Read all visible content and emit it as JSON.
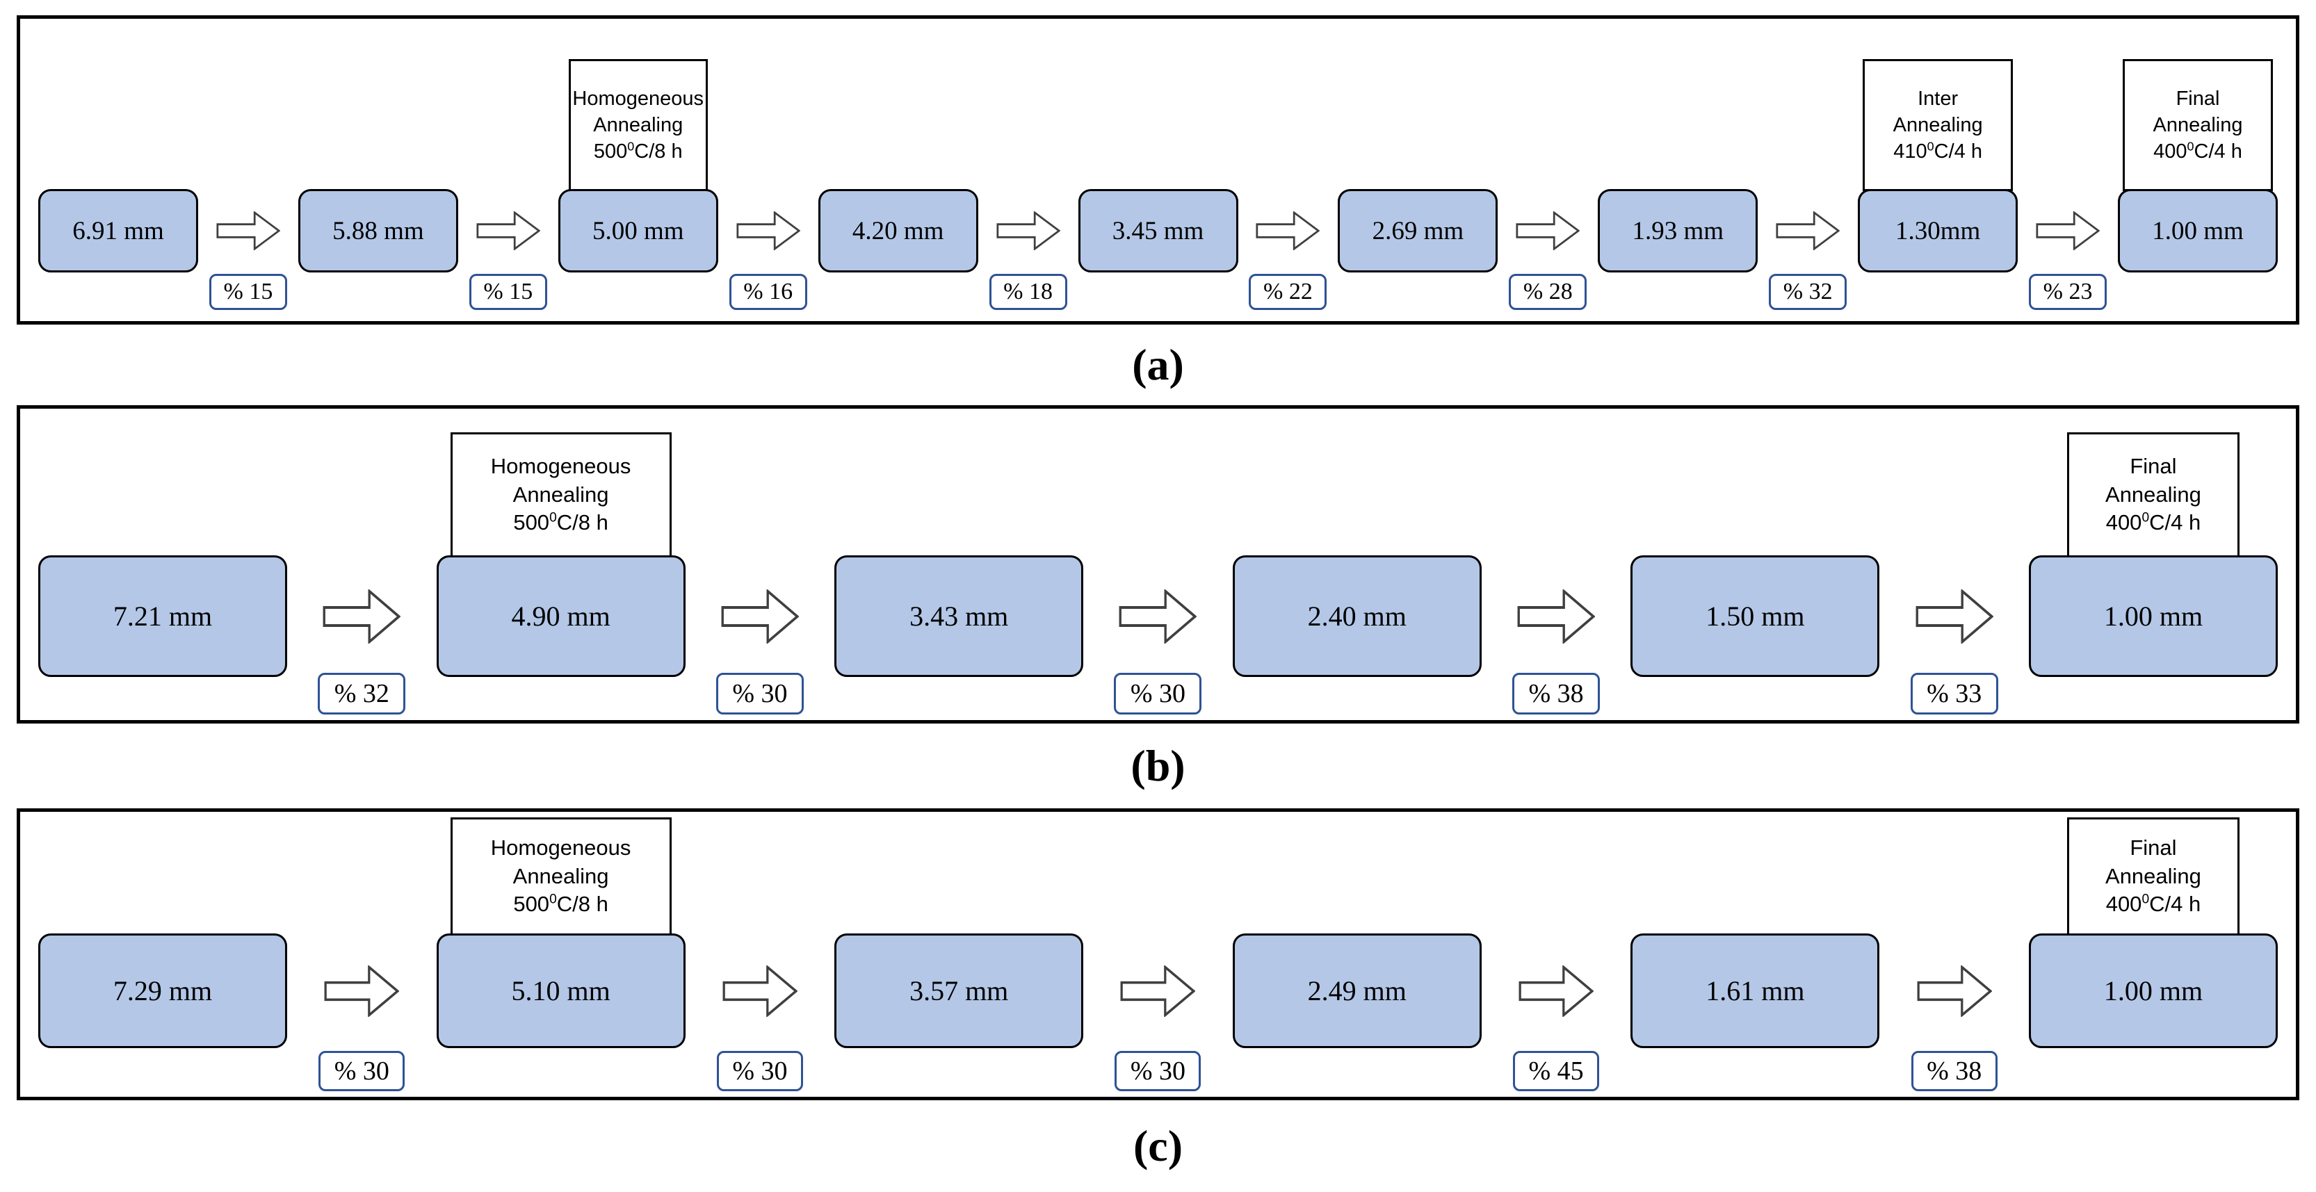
{
  "colors": {
    "box_fill": "#b4c7e7",
    "box_border": "#000000",
    "badge_border": "#2e5395",
    "panel_border": "#000000"
  },
  "panels": [
    {
      "label": "(a)",
      "stages": [
        {
          "value": "6.91 mm"
        },
        {
          "value": "5.88 mm"
        },
        {
          "value": "5.00 mm",
          "note": {
            "line1": "Homogeneous",
            "line2": "Annealing",
            "temp": "500",
            "deg": "0",
            "unit": "C/8 h"
          }
        },
        {
          "value": "4.20 mm"
        },
        {
          "value": "3.45 mm"
        },
        {
          "value": "2.69 mm"
        },
        {
          "value": "1.93 mm"
        },
        {
          "value": "1.30mm",
          "note": {
            "line1": "Inter",
            "line2": "Annealing",
            "temp": "410",
            "deg": "0",
            "unit": "C/4 h"
          }
        },
        {
          "value": "1.00 mm",
          "note": {
            "line1": "Final",
            "line2": "Annealing",
            "temp": "400",
            "deg": "0",
            "unit": "C/4 h"
          }
        }
      ],
      "reductions": [
        "% 15",
        "% 15",
        "% 16",
        "% 18",
        "% 22",
        "% 28",
        "% 32",
        "% 23"
      ]
    },
    {
      "label": "(b)",
      "stages": [
        {
          "value": "7.21 mm"
        },
        {
          "value": "4.90 mm",
          "note": {
            "line1": "Homogeneous",
            "line2": "Annealing",
            "temp": "500",
            "deg": "0",
            "unit": "C/8 h"
          }
        },
        {
          "value": "3.43 mm"
        },
        {
          "value": "2.40 mm"
        },
        {
          "value": "1.50 mm"
        },
        {
          "value": "1.00 mm",
          "note": {
            "line1": "Final",
            "line2": "Annealing",
            "temp": "400",
            "deg": "0",
            "unit": "C/4 h"
          }
        }
      ],
      "reductions": [
        "% 32",
        "% 30",
        "% 30",
        "% 38",
        "% 33"
      ]
    },
    {
      "label": "(c)",
      "stages": [
        {
          "value": "7.29 mm"
        },
        {
          "value": "5.10 mm",
          "note": {
            "line1": "Homogeneous",
            "line2": "Annealing",
            "temp": "500",
            "deg": "0",
            "unit": "C/8 h"
          }
        },
        {
          "value": "3.57 mm"
        },
        {
          "value": "2.49 mm"
        },
        {
          "value": "1.61 mm"
        },
        {
          "value": "1.00 mm",
          "note": {
            "line1": "Final",
            "line2": "Annealing",
            "temp": "400",
            "deg": "0",
            "unit": "C/4 h"
          }
        }
      ],
      "reductions": [
        "% 30",
        "% 30",
        "% 30",
        "% 45",
        "% 38"
      ]
    }
  ]
}
